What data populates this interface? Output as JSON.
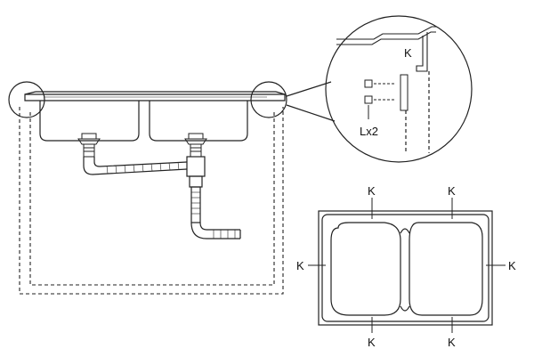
{
  "labels": {
    "clip": "K",
    "screw_count": "Lx2",
    "top_view_clip": "K"
  },
  "colors": {
    "line": "#222222",
    "background": "#ffffff"
  }
}
